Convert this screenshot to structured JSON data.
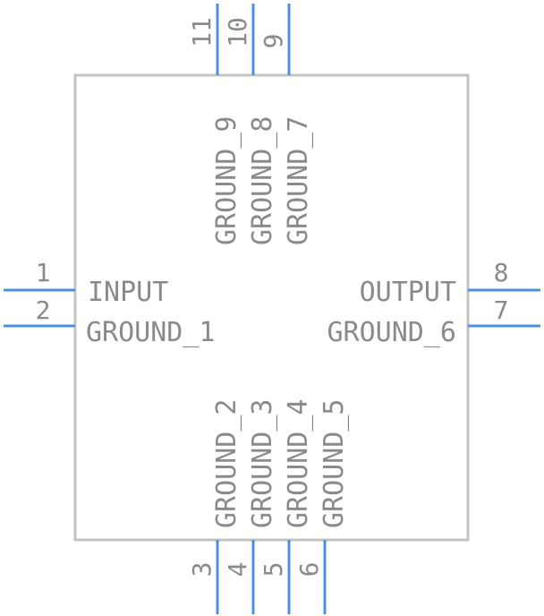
{
  "colors": {
    "body_stroke": "#c4c4c4",
    "pin": "#4a90e2",
    "text": "#8a8a8a",
    "background": "#ffffff"
  },
  "pins": [
    {
      "number": "1",
      "name": "INPUT"
    },
    {
      "number": "2",
      "name": "GROUND_1"
    },
    {
      "number": "3",
      "name": "GROUND_2"
    },
    {
      "number": "4",
      "name": "GROUND_3"
    },
    {
      "number": "5",
      "name": "GROUND_4"
    },
    {
      "number": "6",
      "name": "GROUND_5"
    },
    {
      "number": "7",
      "name": "GROUND_6"
    },
    {
      "number": "8",
      "name": "OUTPUT"
    },
    {
      "number": "9",
      "name": "GROUND_7"
    },
    {
      "number": "10",
      "name": "GROUND_8"
    },
    {
      "number": "11",
      "name": "GROUND_9"
    }
  ]
}
